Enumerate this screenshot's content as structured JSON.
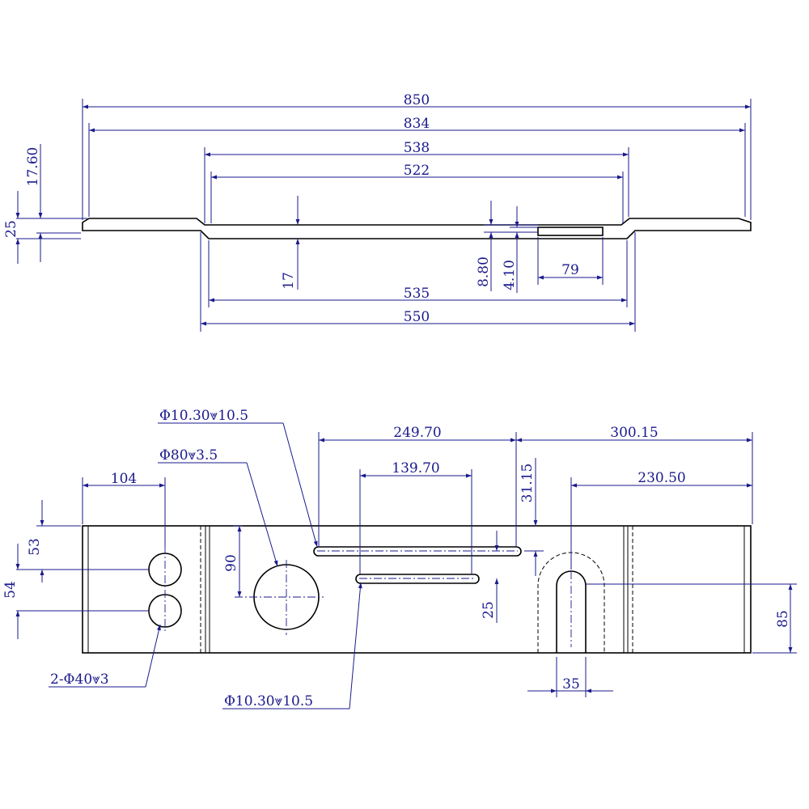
{
  "colors": {
    "dimension": "#1a1a8c",
    "part": "#000000",
    "background": "#ffffff"
  },
  "top_view": {
    "dims": {
      "overall_length": "850",
      "end_length": "834",
      "middle_length": "538",
      "middle_inner": "522",
      "bottom_inner": "535",
      "bottom_outer": "550",
      "end_thickness_17_60": "17.60",
      "left_height_25": "25",
      "thickness_17": "17",
      "depth_8_80": "8.80",
      "depth_4_10": "4.10",
      "slot_79": "79"
    }
  },
  "front_view": {
    "dims": {
      "d_249_70": "249.70",
      "d_139_70": "139.70",
      "d_300_15": "300.15",
      "d_230_50": "230.50",
      "d_31_15": "31.15",
      "d_104": "104",
      "d_53": "53",
      "d_54": "54",
      "d_90": "90",
      "d_25": "25",
      "d_85": "85",
      "d_35": "35"
    },
    "callouts": {
      "slot_top": "Φ10.30⩔10.5",
      "big_hole": "Φ80⩔3.5",
      "pair_holes": "2-Φ40⩔3",
      "slot_bottom": "Φ10.30⩔10.5"
    }
  }
}
